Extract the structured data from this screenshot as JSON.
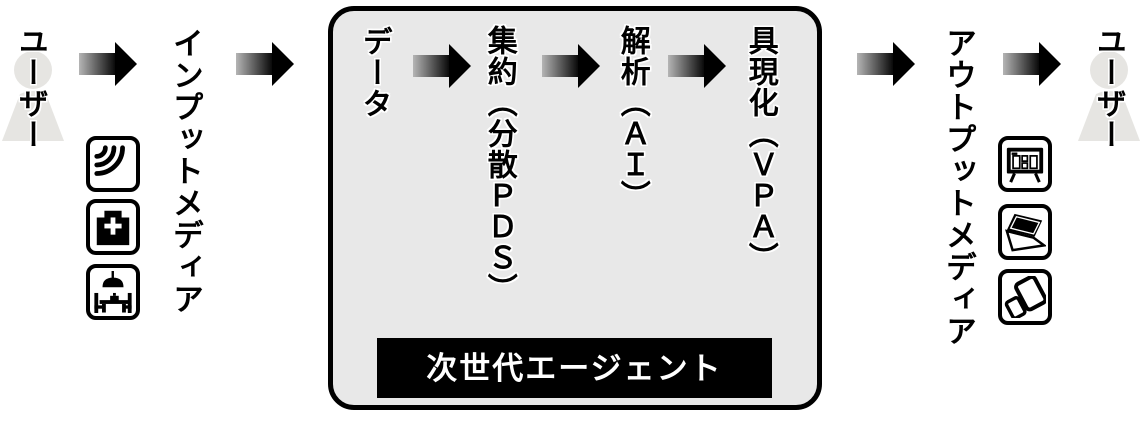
{
  "diagram": {
    "user_left": {
      "label": "ユーザー"
    },
    "input_media": {
      "label": "インプットメディア",
      "icons": [
        "radio-wave",
        "first-aid-kit",
        "room-interior"
      ]
    },
    "agent_box": {
      "caption": "次世代エージェント",
      "steps": [
        "データ",
        "集約（分散ＰＤＳ）",
        "解析（ＡＩ）",
        "具現化（ＶＰＡ）"
      ]
    },
    "output_media": {
      "label": "アウトプットメディア",
      "icons": [
        "tv-display",
        "laptop",
        "tablet-and-phone"
      ]
    },
    "user_right": {
      "label": "ユーザー"
    },
    "colors": {
      "background": "#ffffff",
      "box_fill": "#e8e8e8",
      "outline": "#000000",
      "caption_bg": "#000000",
      "caption_text": "#ffffff",
      "person_fill": "#e6e5e2",
      "arrow_gradient_start": "#b5b5b5",
      "arrow_gradient_end": "#000000"
    }
  }
}
